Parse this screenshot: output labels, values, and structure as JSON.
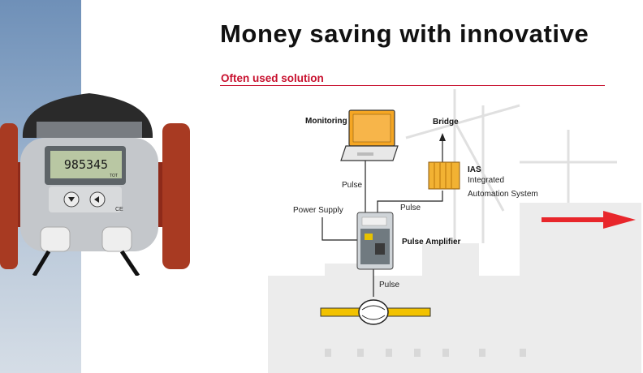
{
  "header": {
    "title": "Money saving with innovative",
    "subtitle": "Often used solution"
  },
  "meter": {
    "display_value": "985345",
    "display_unit": "TOT",
    "ce_mark": "CE"
  },
  "diagram": {
    "monitoring": "Monitoring",
    "bridge": "Bridge",
    "ias_title": "IAS",
    "ias_line1": "Integrated",
    "ias_line2": "Automation System",
    "pulse_monitoring": "Pulse",
    "pulse_ias": "Pulse",
    "pulse_sensor": "Pulse",
    "power_supply": "Power Supply",
    "pulse_amplifier": "Pulse Amplifier"
  },
  "colors": {
    "accent_red": "#c8102e",
    "pipe_yellow": "#f2c200",
    "laptop_orange": "#f5a623",
    "ias_orange": "#f2b233",
    "arrow_red": "#e8262b"
  }
}
